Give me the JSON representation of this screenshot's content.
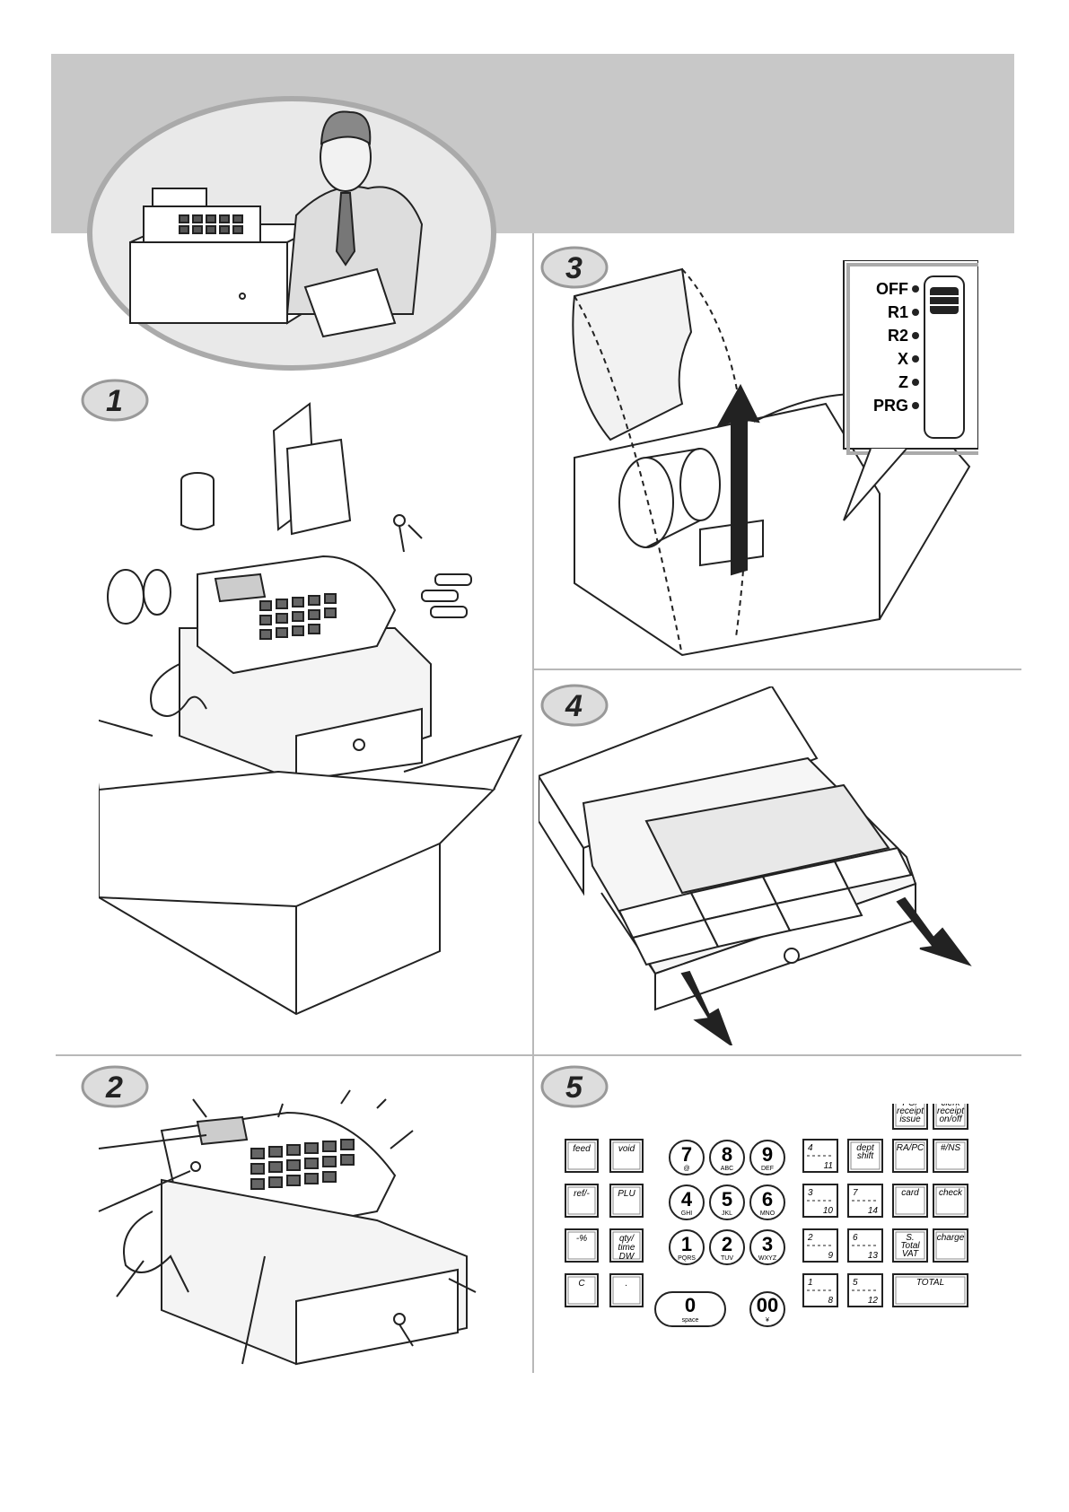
{
  "steps": [
    {
      "number": "1"
    },
    {
      "number": "2"
    },
    {
      "number": "3"
    },
    {
      "number": "4"
    },
    {
      "number": "5"
    }
  ],
  "mode_switch": {
    "modes": [
      "OFF",
      "R1",
      "R2",
      "X",
      "Z",
      "PRG"
    ]
  },
  "keyboard": {
    "left_keys": [
      {
        "label": "feed"
      },
      {
        "label": "void"
      },
      {
        "label": "ref/-"
      },
      {
        "label": "PLU"
      },
      {
        "label": "-%"
      },
      {
        "label": "qty/ time DW"
      },
      {
        "label": "C"
      },
      {
        "label": "."
      }
    ],
    "numeric": [
      {
        "digit": "7",
        "letters": "@"
      },
      {
        "digit": "8",
        "letters": "ABC"
      },
      {
        "digit": "9",
        "letters": "DEF"
      },
      {
        "digit": "4",
        "letters": "GHI"
      },
      {
        "digit": "5",
        "letters": "JKL"
      },
      {
        "digit": "6",
        "letters": "MNO"
      },
      {
        "digit": "1",
        "letters": "PQRS"
      },
      {
        "digit": "2",
        "letters": "TUV"
      },
      {
        "digit": "3",
        "letters": "WXYZ"
      }
    ],
    "zero": {
      "digit": "0",
      "letters": "space"
    },
    "double_zero": {
      "digit": "00",
      "letters": "¥"
    },
    "dept_keys": [
      {
        "top": "4",
        "bottom": "11"
      },
      {
        "top": "3",
        "bottom": "10"
      },
      {
        "top": "7",
        "bottom": "14"
      },
      {
        "top": "2",
        "bottom": "9"
      },
      {
        "top": "6",
        "bottom": "13"
      },
      {
        "top": "1",
        "bottom": "8"
      },
      {
        "top": "5",
        "bottom": "12"
      }
    ],
    "dept_shift": "dept shift",
    "po_key": "PO/ receipt issue",
    "clerk_key": "clerk receipt on/off",
    "ra_key": "RA/PC",
    "ins_key": "#/NS",
    "card_key": "card",
    "check_key": "check",
    "subtotal_key": "S. Total VAT",
    "charge_key": "charge",
    "total_key": "TOTAL"
  }
}
